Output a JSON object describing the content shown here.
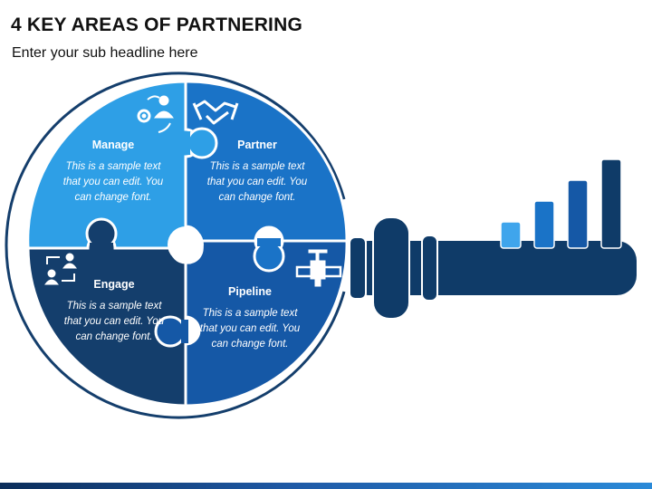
{
  "slide": {
    "title": "4 KEY AREAS OF PARTNERING",
    "subtitle": "Enter your sub headline here"
  },
  "quadrants": [
    {
      "id": "manage",
      "label": "Manage",
      "text": "This is a sample text that you can edit. You can change font.",
      "color": "#2E9FE6",
      "icon": "gear-person-icon"
    },
    {
      "id": "partner",
      "label": "Partner",
      "text": "This is a sample text that you can edit. You can change font.",
      "color": "#1A73C7",
      "icon": "handshake-icon"
    },
    {
      "id": "engage",
      "label": "Engage",
      "text": "This is a sample text that you can edit. You can change font.",
      "color": "#143E6C",
      "icon": "people-exchange-icon"
    },
    {
      "id": "pipeline",
      "label": "Pipeline",
      "text": "This is a sample text that you can edit. You can change font.",
      "color": "#1558A6",
      "icon": "pipe-valve-icon"
    }
  ],
  "bars": {
    "values": [
      1,
      2,
      3,
      4
    ],
    "colors": [
      "#3FA5EC",
      "#1A73C7",
      "#1558A6",
      "#0F3B68"
    ]
  },
  "handle_color": "#0F3B68"
}
